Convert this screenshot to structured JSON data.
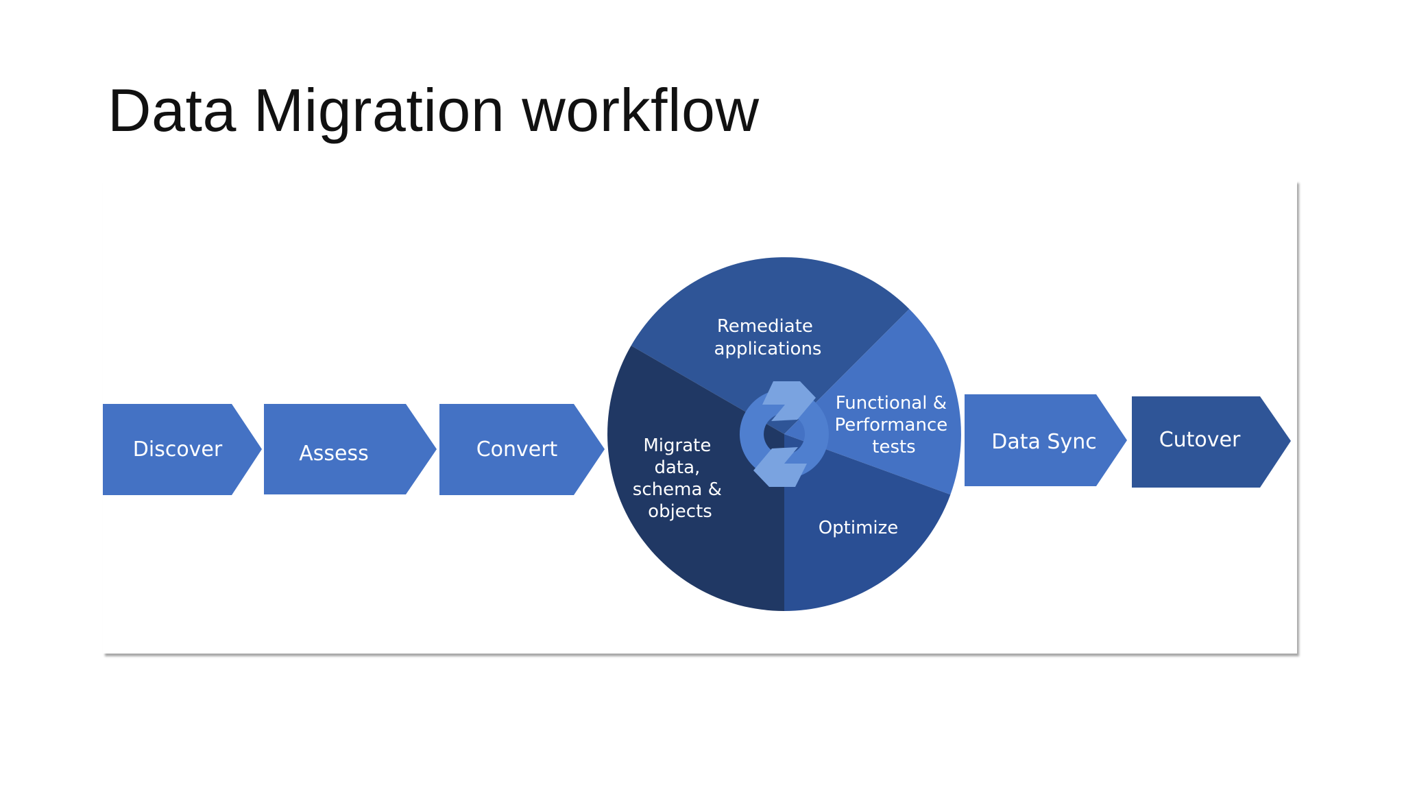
{
  "title": "Data Migration workflow",
  "steps": {
    "discover": "Discover",
    "assess": "Assess",
    "convert": "Convert",
    "data_sync": "Data Sync",
    "cutover": "Cutover"
  },
  "cycle": {
    "remediate": [
      "Remediate",
      "applications"
    ],
    "functional": [
      "Functional &",
      "Performance",
      "tests"
    ],
    "optimize": [
      "Optimize"
    ],
    "migrate": [
      "Migrate",
      "data,",
      "schema &",
      "objects"
    ]
  },
  "colors": {
    "arrow_light": "#4472c4",
    "arrow_dark": "#2f5597",
    "sector_remediate": "#2f5597",
    "sector_functional": "#4472c4",
    "sector_optimize": "#2a4f94",
    "sector_migrate": "#203864",
    "cycle_arrows": "#7aa3e0"
  }
}
